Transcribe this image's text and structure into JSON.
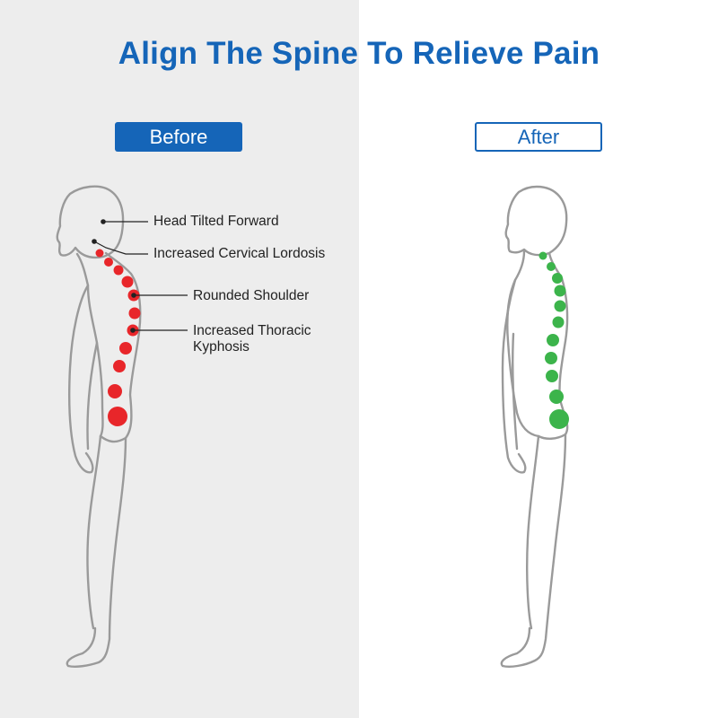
{
  "title": "Align The Spine To Relieve Pain",
  "before_label": "Before",
  "after_label": "After",
  "annotations": {
    "head": "Head Tilted Forward",
    "cervical": "Increased Cervical Lordosis",
    "shoulder": "Rounded Shoulder",
    "thoracic_1": "Increased Thoracic",
    "thoracic_2": "Kyphosis"
  },
  "colors": {
    "brand": "#1565b8",
    "before_dots": "#e8262a",
    "after_dots": "#3cb44b",
    "outline": "#9a9a9a",
    "left_panel": "#ededed"
  }
}
